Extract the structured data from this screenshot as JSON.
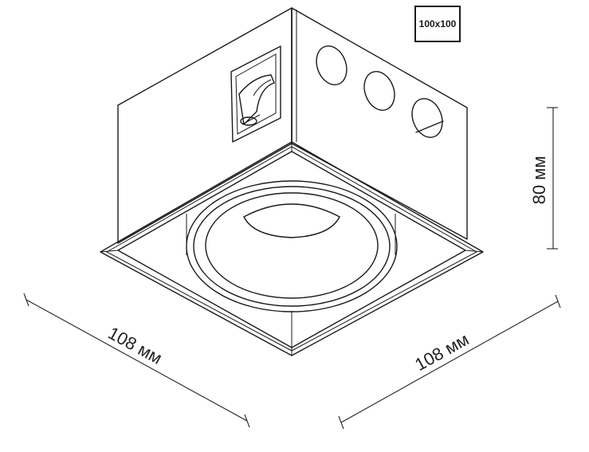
{
  "badge": {
    "label": "100x100"
  },
  "dimensions": {
    "width_left": "108 мм",
    "width_right": "108 мм",
    "height": "80 мм"
  }
}
